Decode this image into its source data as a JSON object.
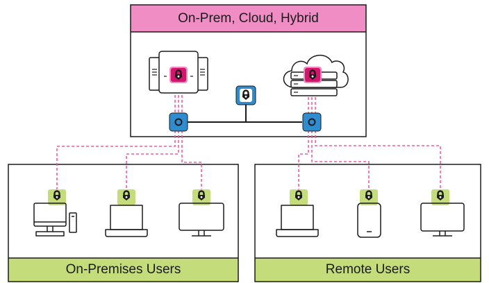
{
  "top_box": {
    "title": "On-Prem, Cloud, Hybrid"
  },
  "onprem_box": {
    "title": "On-Premises Users"
  },
  "remote_box": {
    "title": "Remote Users"
  },
  "colors": {
    "pink": "#f08dc4",
    "green": "#c5dc7a",
    "blue": "#2f8ccf",
    "dark": "#1a1a1a",
    "lock": "#d4156b"
  }
}
